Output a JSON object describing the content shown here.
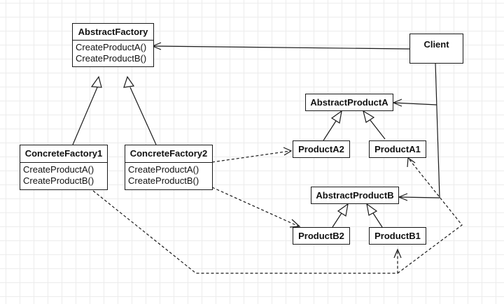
{
  "classes": {
    "abstract_factory": {
      "name": "AbstractFactory",
      "operations": [
        "CreateProductA()",
        "CreateProductB()"
      ]
    },
    "concrete_factory_1": {
      "name": "ConcreteFactory1",
      "operations": [
        "CreateProductA()",
        "CreateProductB()"
      ]
    },
    "concrete_factory_2": {
      "name": "ConcreteFactory2",
      "operations": [
        "CreateProductA()",
        "CreateProductB()"
      ]
    },
    "client": {
      "name": "Client"
    },
    "abstract_product_a": {
      "name": "AbstractProductA"
    },
    "product_a2": {
      "name": "ProductA2"
    },
    "product_a1": {
      "name": "ProductA1"
    },
    "abstract_product_b": {
      "name": "AbstractProductB"
    },
    "product_b2": {
      "name": "ProductB2"
    },
    "product_b1": {
      "name": "ProductB1"
    }
  },
  "colors": {
    "line": "#1a1a1a",
    "grid": "#ececec",
    "background": "#ffffff"
  }
}
